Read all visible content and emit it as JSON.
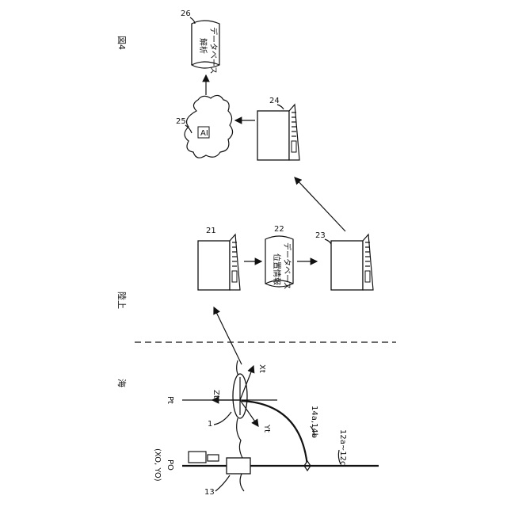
{
  "figure": {
    "title": "図4"
  },
  "regions": {
    "sea": "海",
    "land": "陸上"
  },
  "labels": {
    "n26": "26",
    "n25": "25",
    "n24": "24",
    "n21": "21",
    "n22": "22",
    "n23": "23",
    "n1": "1",
    "n13": "13",
    "cable": "14a,14b",
    "sensor_line": "12a~12c",
    "pt": "Pt",
    "po": "PO",
    "origin": "(XO, YO)",
    "xt": "Xt",
    "yt": "Yt",
    "zt": "Zt",
    "ai": "AI"
  },
  "databases": {
    "analysis_line1": "解析",
    "analysis_line2": "データベース",
    "position_line1": "位置情報",
    "position_line2": "データベース"
  }
}
